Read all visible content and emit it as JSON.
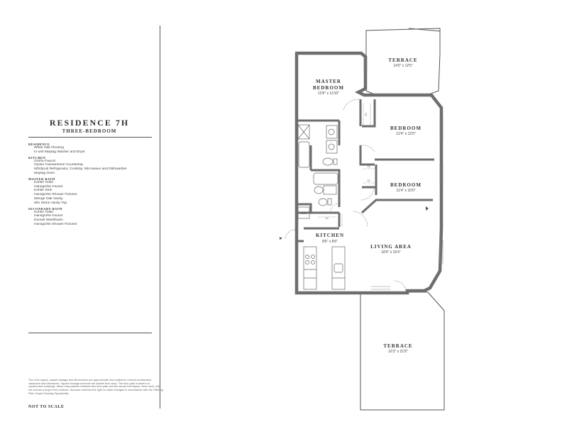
{
  "residence": {
    "title": "RESIDENCE 7H",
    "subtitle": "THREE-BEDROOM"
  },
  "specs": [
    {
      "heading": "RESIDENCE",
      "items": [
        "White Oak Flooring",
        "In-unit Maytag Washer and Dryer"
      ]
    },
    {
      "heading": "KITCHEN",
      "items": [
        "Grohe Faucet",
        "Oyster Caesarstone Countertop",
        "Whirlpool Refrigerator, Cooktop, Microwave and Dishwasher",
        "Maytag Oven"
      ]
    },
    {
      "heading": "MASTER BATH",
      "items": [
        "Kohler Toilet",
        "Hansgrohe Faucet",
        "Kohler Sink",
        "Hansgrohe Shower Fixtures",
        "Wenge Oak Vanity",
        "Silo Stone Vanity Top"
      ]
    },
    {
      "heading": "SECONDARY BATH",
      "items": [
        "Kohler Toilet",
        "Hansgrohe Faucet",
        "Duravit Washbasin",
        "Hansgrohe Shower Fixtures"
      ]
    }
  ],
  "disclaimer": "The Unit Layout, square footage and dimensions are approximate and subject to normal construction variances and tolerances. Square footage exceeds the usable floor area. The floor plan is based on construction drawings. Minor inaccuracies between this floor plan and the actual Unit layout, when built, will not excuse a buyer from contract. Sponsor reserves the right to make changes in accordance with the Offering Plan. Equal Housing Opportunity.",
  "not_to_scale": "NOT TO SCALE",
  "rooms": {
    "terrace_top": {
      "name": "TERRACE",
      "dim": "14'0\" x 12'5\""
    },
    "master_bedroom": {
      "name1": "MASTER",
      "name2": "BEDROOM",
      "dim": "12'8\" x 13'10\""
    },
    "bedroom_1": {
      "name": "BEDROOM",
      "dim": "12'4\" x 12'0\""
    },
    "bedroom_2": {
      "name": "BEDROOM",
      "dim": "11'4\" x 10'0\""
    },
    "kitchen": {
      "name": "KITCHEN",
      "dim": "8'6\" x 8'6\""
    },
    "living_area": {
      "name": "LIVING AREA",
      "dim": "18'0\" x 15'4\""
    },
    "terrace_bottom": {
      "name": "TERRACE",
      "dim": "16'3\" x 21'8\""
    }
  },
  "fixture_labels": {
    "closet_1": "CL",
    "closet_2": "CL",
    "closet_3": "CL",
    "closet_4": "CL",
    "washer_dryer": "W/D"
  }
}
